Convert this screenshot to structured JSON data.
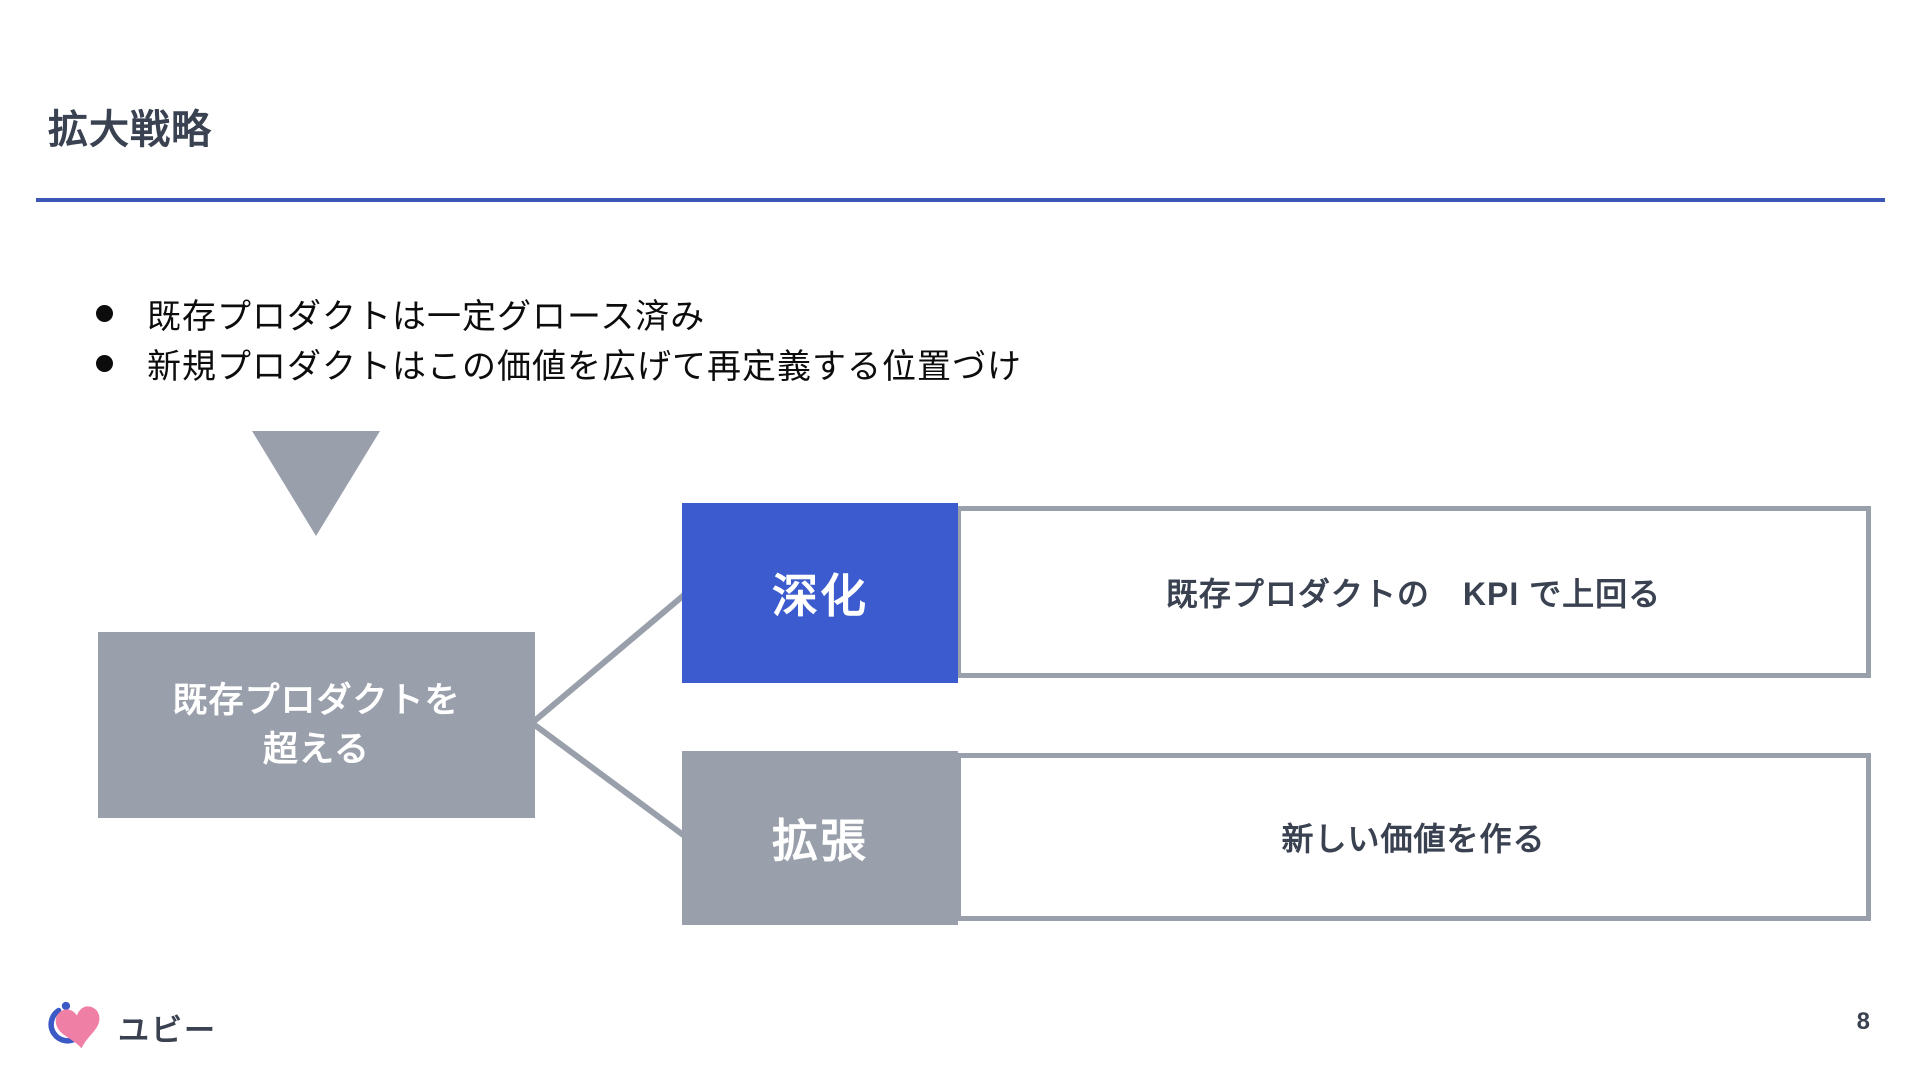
{
  "slide": {
    "title": "拡大戦略",
    "bullets": [
      "既存プロダクトは一定グロース済み",
      "新規プロダクトはこの価値を広げて再定義する位置づけ"
    ],
    "source_box": {
      "line1": "既存プロダクトを",
      "line2": "超える"
    },
    "rows": [
      {
        "label": "深化",
        "description": "既存プロダクトの　KPI で上回る"
      },
      {
        "label": "拡張",
        "description": "新しい価値を作る"
      }
    ],
    "footer": {
      "logo_text": "ユビー",
      "page_number": "8"
    },
    "colors": {
      "accent_blue": "#3c5bce",
      "rule_blue": "#3b56b5",
      "gray": "#9aa0ab",
      "dark_text": "#3a4251",
      "bullet_black": "#0c0c0c",
      "logo_pink": "#f07fa5",
      "logo_blue": "#3b5ac6"
    }
  }
}
